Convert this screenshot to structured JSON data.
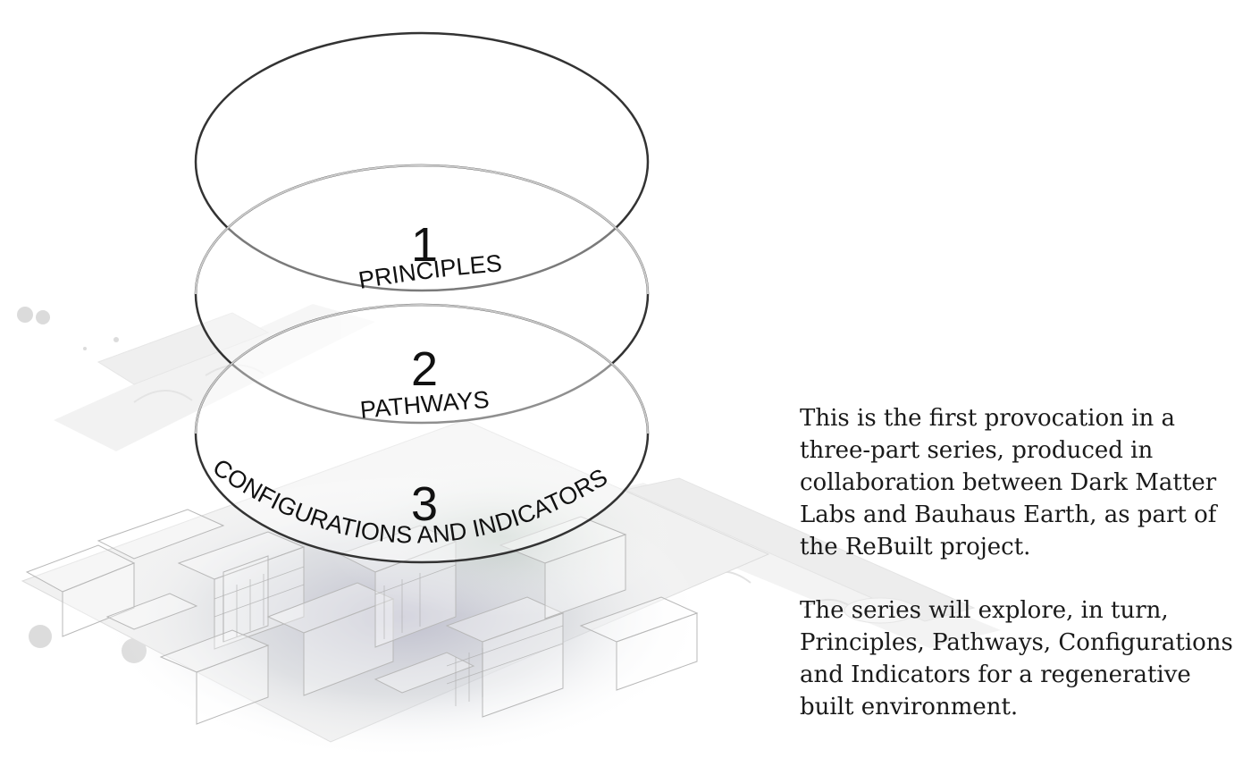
{
  "diagram": {
    "layers": [
      {
        "number": "1",
        "label": "PRINCIPLES"
      },
      {
        "number": "2",
        "label": "PATHWAYS"
      },
      {
        "number": "3",
        "label": "CONFIGURATIONS AND INDICATORS"
      }
    ]
  },
  "description": {
    "paragraphs": [
      "This is the first provocation in a three-part series, produced in collaboration between Dark Matter Labs and Bauhaus Earth, as part of the ReBuilt project.",
      "The series will explore, in turn, Principles, Pathways, Configurations and Indicators for a regenerative built environment."
    ]
  },
  "background": {
    "image": "isometric-city-illustration"
  }
}
